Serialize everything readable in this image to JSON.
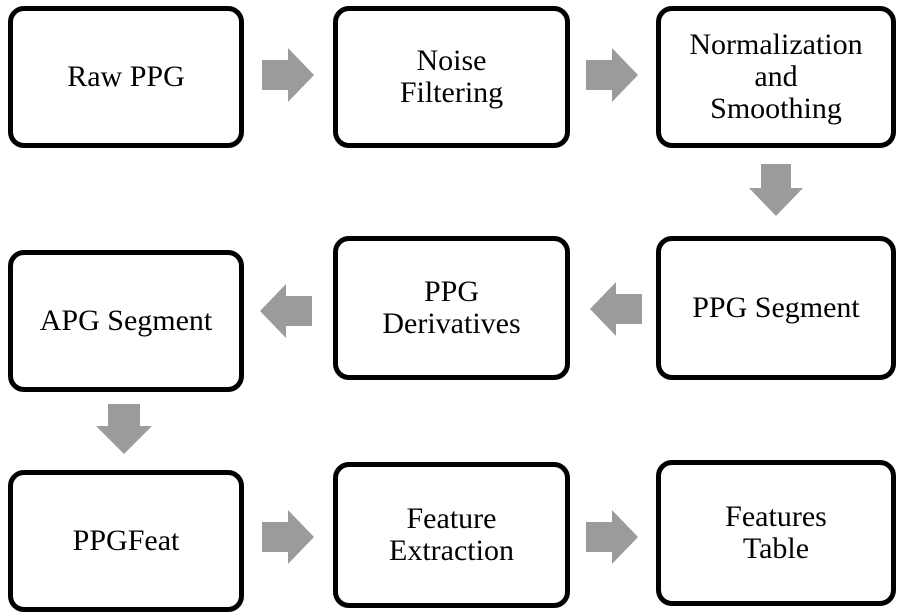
{
  "colors": {
    "box_border": "#000000",
    "box_fill": "#ffffff",
    "arrow_fill": "#9b9b9b",
    "text": "#000000"
  },
  "boxes": [
    {
      "id": "raw-ppg",
      "label": "Raw PPG"
    },
    {
      "id": "noise-filtering",
      "label": "Noise\nFiltering"
    },
    {
      "id": "normalization-and-smoothing",
      "label": "Normalization\nand\nSmoothing"
    },
    {
      "id": "apg-segment",
      "label": "APG Segment"
    },
    {
      "id": "ppg-derivatives",
      "label": "PPG\nDerivatives"
    },
    {
      "id": "ppg-segment",
      "label": "PPG Segment"
    },
    {
      "id": "ppgfeat",
      "label": "PPGFeat"
    },
    {
      "id": "feature-extraction",
      "label": "Feature\nExtraction"
    },
    {
      "id": "features-table",
      "label": "Features\nTable"
    }
  ],
  "arrows": [
    {
      "from": "raw-ppg",
      "to": "noise-filtering",
      "direction": "right"
    },
    {
      "from": "noise-filtering",
      "to": "normalization-and-smoothing",
      "direction": "right"
    },
    {
      "from": "normalization-and-smoothing",
      "to": "ppg-segment",
      "direction": "down"
    },
    {
      "from": "ppg-segment",
      "to": "ppg-derivatives",
      "direction": "left"
    },
    {
      "from": "ppg-derivatives",
      "to": "apg-segment",
      "direction": "left"
    },
    {
      "from": "apg-segment",
      "to": "ppgfeat",
      "direction": "down"
    },
    {
      "from": "ppgfeat",
      "to": "feature-extraction",
      "direction": "right"
    },
    {
      "from": "feature-extraction",
      "to": "features-table",
      "direction": "right"
    }
  ]
}
